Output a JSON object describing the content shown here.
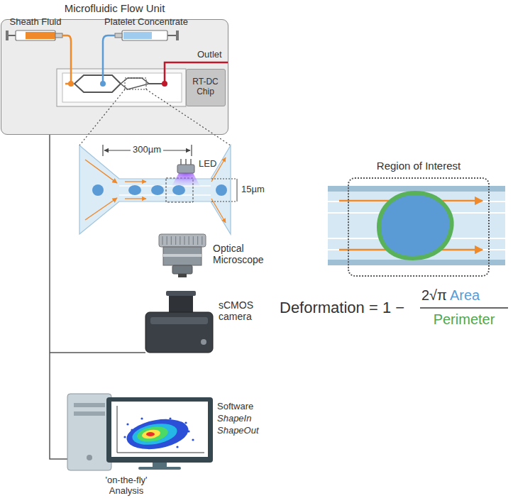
{
  "diagram": {
    "nodes": [
      {
        "text": [
          "Microfluidic Flow Unit"
        ]
      },
      {
        "text": [
          "RT-DC Chip"
        ],
        "in": 0
      },
      {
        "text": [
          "Region of Interest"
        ]
      }
    ],
    "labels": [
      "Sheath Fluid",
      "Platelet Concentrate",
      "Outlet",
      "300µm",
      "LED",
      "15µm",
      "Optical Microscope",
      "sCMOS camera",
      "Software",
      "ShapeIn",
      "ShapeOut",
      "'on-the-fly' Analysis",
      "Deformation = 1 −",
      "2√π",
      "Area",
      "Perimeter"
    ]
  }
}
